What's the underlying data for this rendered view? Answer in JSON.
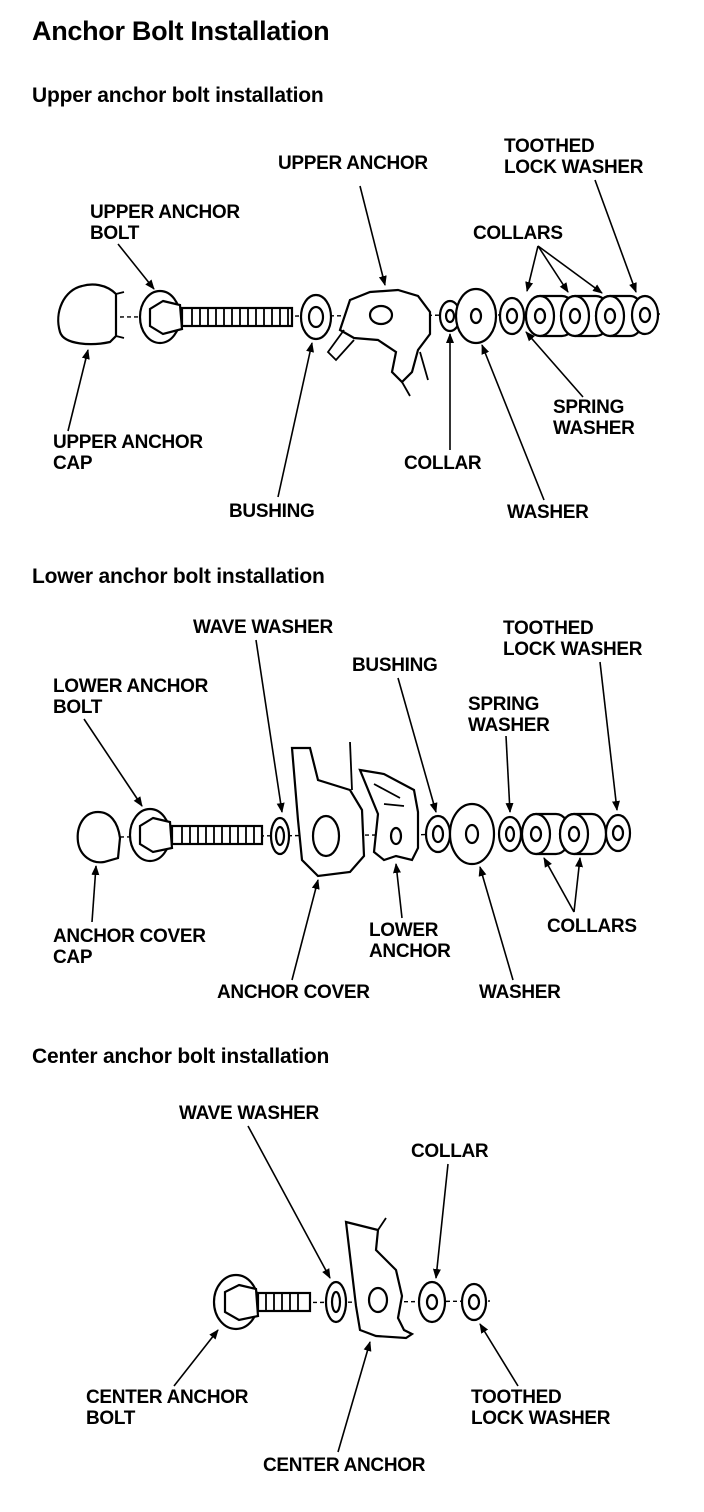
{
  "title": "Anchor Bolt Installation",
  "upper": {
    "heading": "Upper anchor bolt installation",
    "labels": {
      "upper_anchor": "UPPER ANCHOR",
      "toothed_lock_washer": "TOOTHED\nLOCK WASHER",
      "upper_anchor_bolt": "UPPER ANCHOR\nBOLT",
      "collars": "COLLARS",
      "spring_washer": "SPRING\nWASHER",
      "upper_anchor_cap": "UPPER ANCHOR\nCAP",
      "collar": "COLLAR",
      "bushing": "BUSHING",
      "washer": "WASHER"
    }
  },
  "lower": {
    "heading": "Lower anchor bolt installation",
    "labels": {
      "wave_washer": "WAVE WASHER",
      "toothed_lock_washer": "TOOTHED\nLOCK WASHER",
      "bushing": "BUSHING",
      "lower_anchor_bolt": "LOWER ANCHOR\nBOLT",
      "spring_washer": "SPRING\nWASHER",
      "anchor_cover_cap": "ANCHOR COVER\nCAP",
      "lower_anchor": "LOWER\nANCHOR",
      "collars": "COLLARS",
      "anchor_cover": "ANCHOR COVER",
      "washer": "WASHER"
    }
  },
  "center": {
    "heading": "Center anchor bolt installation",
    "labels": {
      "wave_washer": "WAVE WASHER",
      "collar": "COLLAR",
      "center_anchor_bolt": "CENTER ANCHOR\nBOLT",
      "toothed_lock_washer": "TOOTHED\nLOCK WASHER",
      "center_anchor": "CENTER ANCHOR"
    }
  }
}
